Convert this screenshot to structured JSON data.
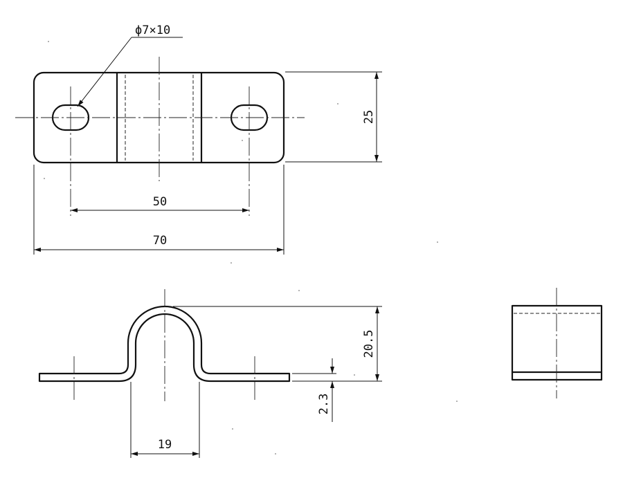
{
  "dimensions": {
    "slot": "ϕ7×10",
    "height_top": "25",
    "hole_pitch": "50",
    "overall_length": "70",
    "bend_height": "20.5",
    "thickness": "2.3",
    "inner_width": "19"
  }
}
